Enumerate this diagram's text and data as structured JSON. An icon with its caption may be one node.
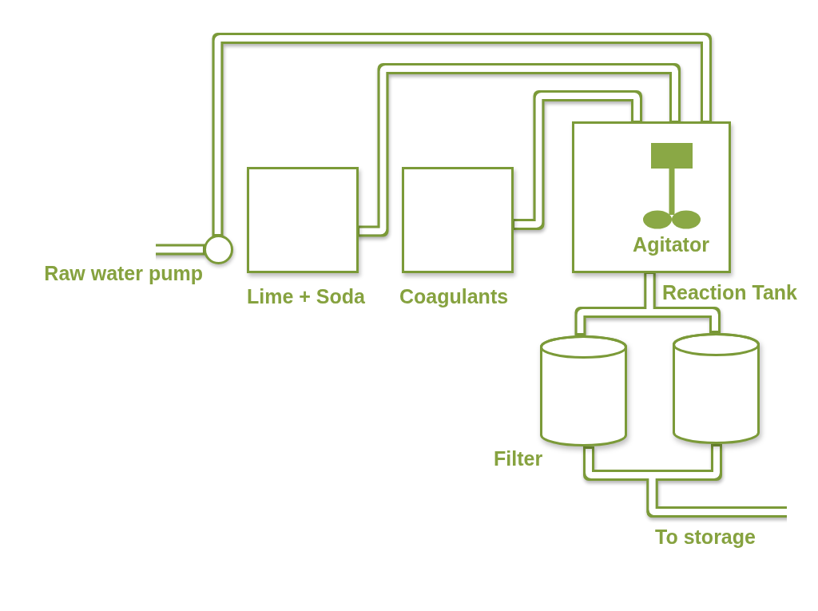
{
  "diagram": {
    "nodes": [
      {
        "text": [],
        "shape": "circle",
        "beside": [
          "Raw water pump"
        ]
      },
      {
        "text": [],
        "shape": "box",
        "beside": [
          "Lime + Soda"
        ]
      },
      {
        "text": [],
        "shape": "box",
        "beside": [
          "Coagulants"
        ]
      },
      {
        "text": [
          "Agitator"
        ],
        "beside": [
          "Reaction Tank"
        ]
      },
      {
        "text": [],
        "shape": "cylinder",
        "beside": [
          "Filter"
        ]
      },
      {
        "text": [],
        "shape": "cylinder"
      }
    ],
    "edges": [
      {
        "from": null,
        "to": 0,
        "arrow": "none"
      },
      {
        "from": 0,
        "to": 3,
        "arrow": "none"
      },
      {
        "from": 1,
        "to": 3,
        "arrow": "none"
      },
      {
        "from": 2,
        "to": 3,
        "arrow": "none"
      },
      {
        "from": 3,
        "to": 4,
        "arrow": "none"
      },
      {
        "from": 3,
        "to": 5,
        "arrow": "none"
      },
      {
        "from": 4,
        "to": null,
        "arrow": "none"
      },
      {
        "from": 5,
        "to": null,
        "arrow": "none"
      }
    ],
    "labels": [
      "To storage"
    ]
  }
}
